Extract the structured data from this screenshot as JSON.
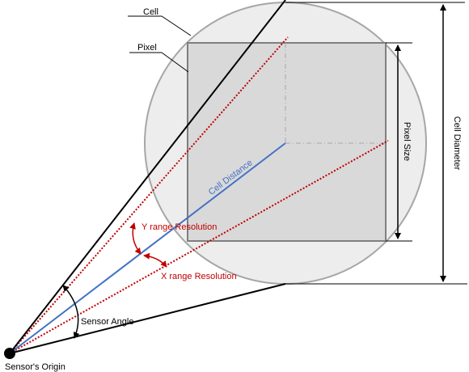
{
  "labels": {
    "cell": "Cell",
    "pixel": "Pixel",
    "cell_diameter": "Cell Diameter",
    "pixel_size": "Pixel Size",
    "cell_distance": "Cell Distance",
    "y_range_resolution": "Y range Resolution",
    "x_range_resolution": "X range Resolution",
    "sensor_angle": "Sensor Angle",
    "sensors_origin": "Sensor's Origin"
  },
  "colors": {
    "cell_fill": "#ededed",
    "cell_stroke": "#a6a6a6",
    "pixel_fill": "#d9d9d9",
    "pixel_stroke": "#7f7f7f",
    "cell_distance_line": "#4472c4",
    "resolution": "#c00000",
    "outline": "#000000"
  }
}
